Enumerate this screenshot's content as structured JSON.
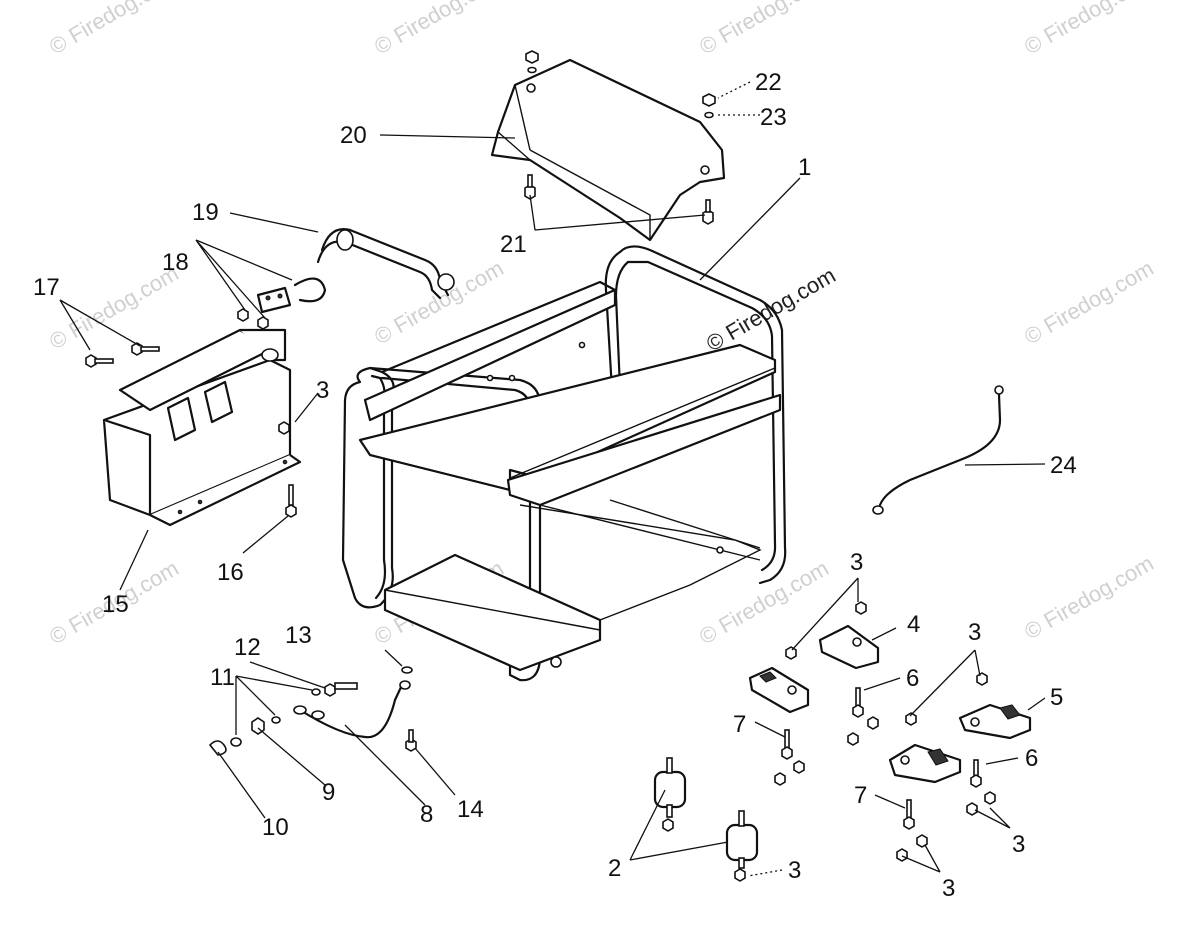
{
  "watermark": "© Firedog.com",
  "callouts": {
    "c1": "1",
    "c2": "2",
    "c3a": "3",
    "c3b": "3",
    "c3c": "3",
    "c3d": "3",
    "c3e": "3",
    "c3f": "3",
    "c4": "4",
    "c5": "5",
    "c6a": "6",
    "c6b": "6",
    "c7a": "7",
    "c7b": "7",
    "c8": "8",
    "c9": "9",
    "c10": "10",
    "c11": "11",
    "c12": "12",
    "c13": "13",
    "c14": "14",
    "c15": "15",
    "c16": "16",
    "c17": "17",
    "c18": "18",
    "c19": "19",
    "c20": "20",
    "c21": "21",
    "c22": "22",
    "c23": "23",
    "c24": "24"
  }
}
